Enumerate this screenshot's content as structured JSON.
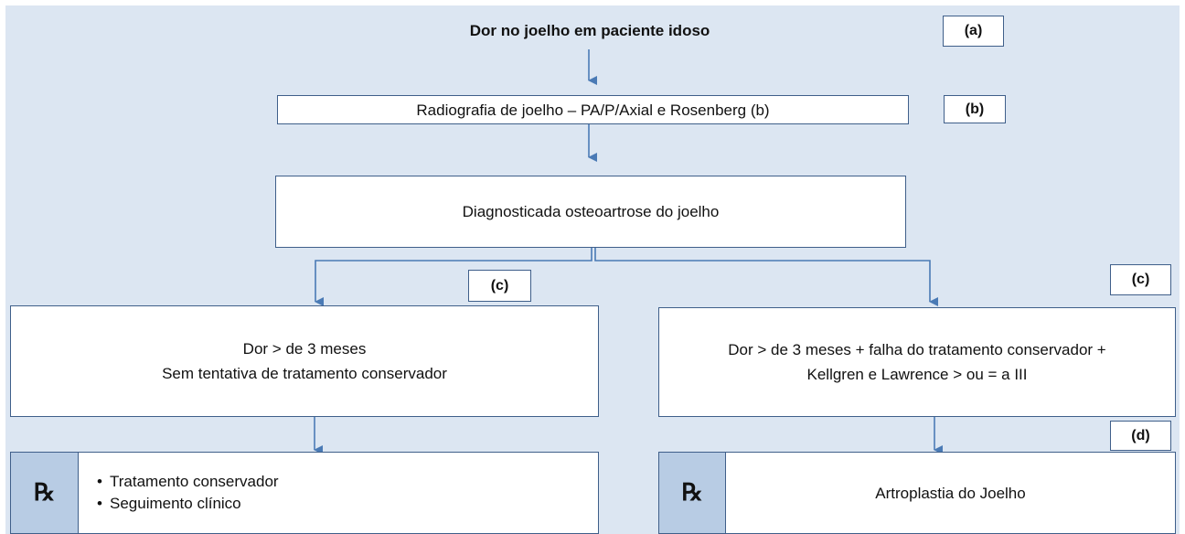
{
  "top_title": "Dor no joelho em paciente idoso",
  "tags": {
    "a": "(a)",
    "b": "(b)",
    "c_left": "(c)",
    "c_right": "(c)",
    "d": "(d)"
  },
  "box_radiografia": "Radiografia de joelho – PA/P/Axial e Rosenberg (b)",
  "box_diagnostico": "Diagnosticada osteoartrose  do joelho",
  "left_branch": {
    "line1": "Dor  > de 3 meses",
    "line2": "Sem tentativa de tratamento conservador",
    "rx_symbol": "℞",
    "treatments": [
      "Tratamento conservador",
      "Seguimento clínico"
    ]
  },
  "right_branch": {
    "line1": "Dor > de 3 meses + falha do tratamento conservador +",
    "line2": "Kellgren e Lawrence > ou = a III",
    "rx_symbol": "℞",
    "treatment": "Artroplastia do Joelho"
  },
  "colors": {
    "background": "#dce6f2",
    "rx_fill": "#b8cce4",
    "arrow": "#4a7ab5",
    "border": "#3f5f8a"
  }
}
